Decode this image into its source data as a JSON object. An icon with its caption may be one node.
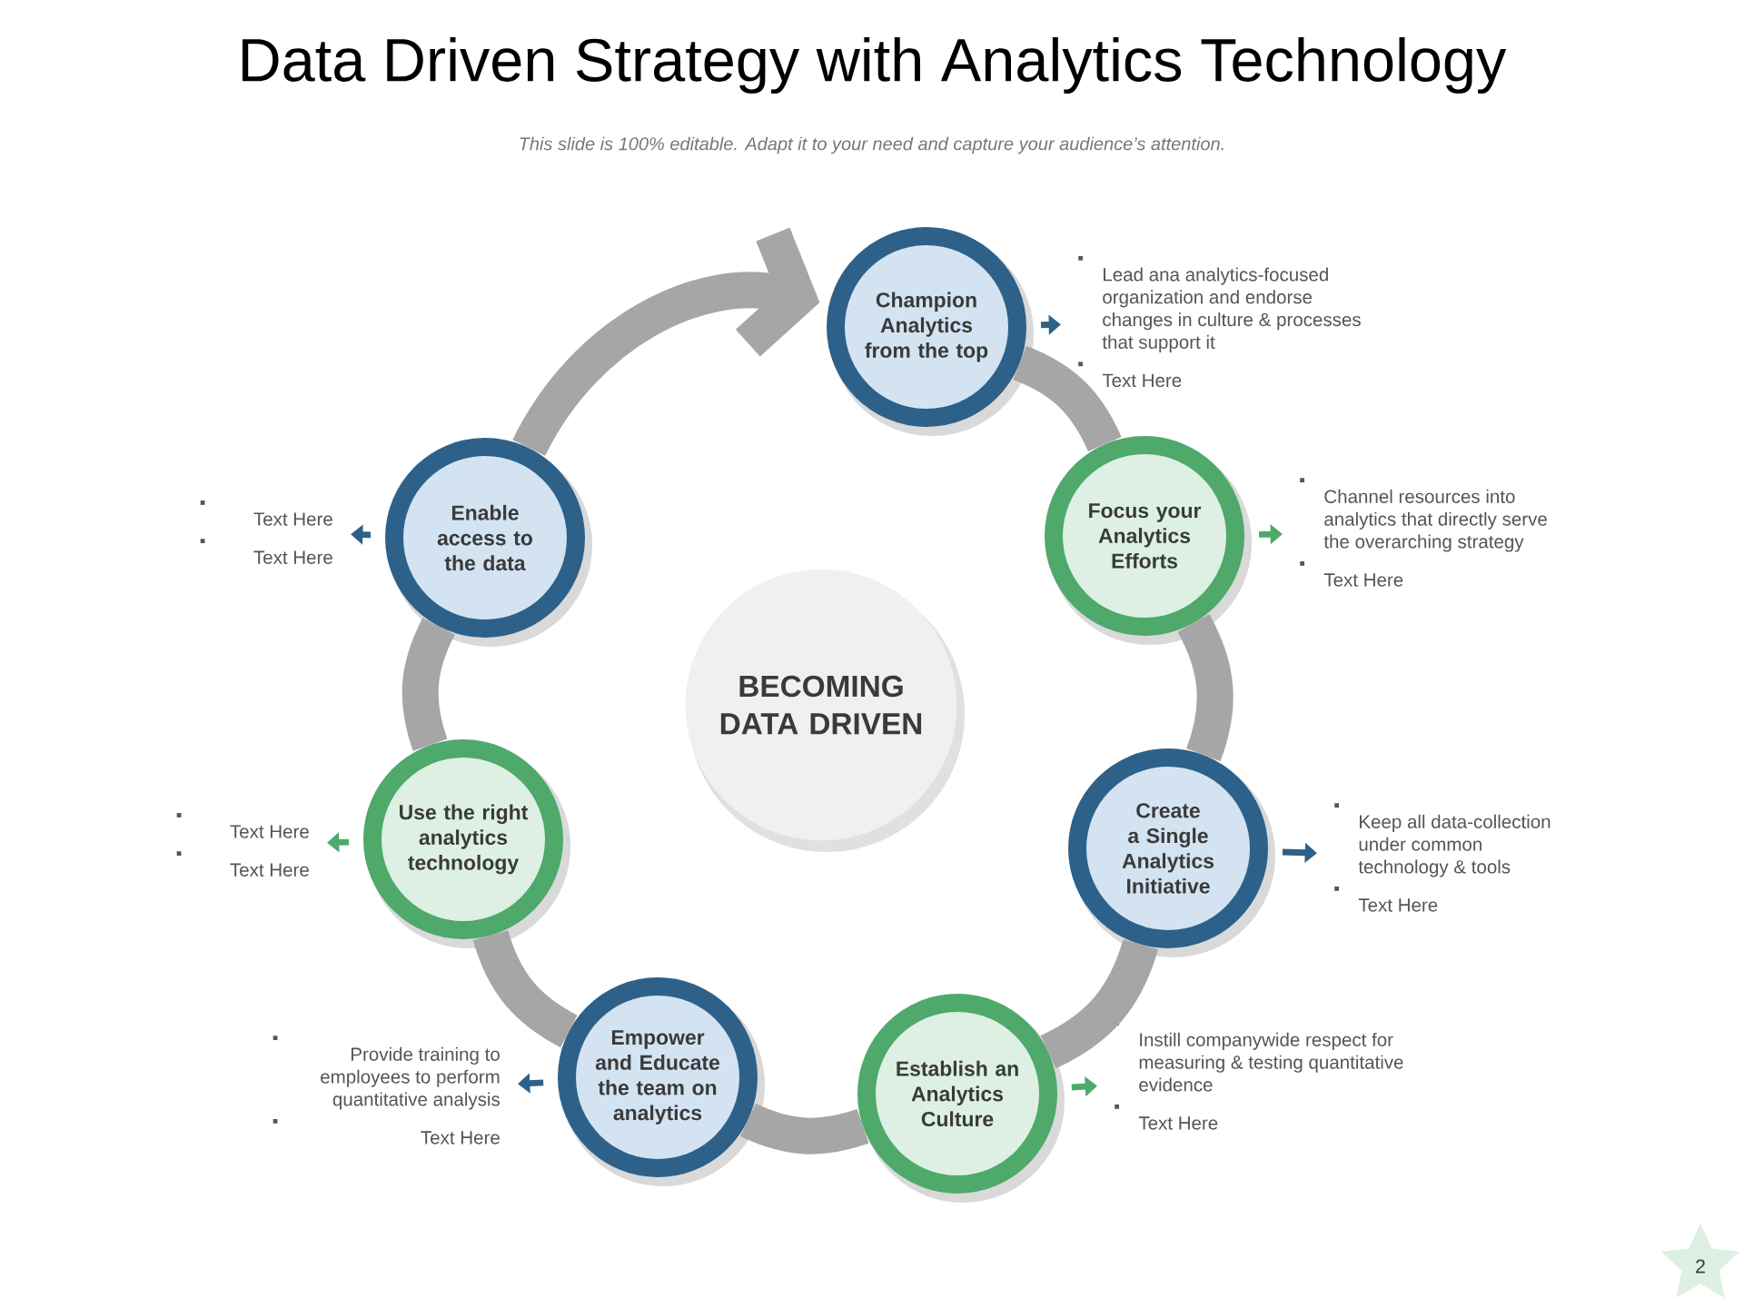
{
  "diagram": {
    "title": "Data Driven Strategy with Analytics Technology",
    "nodes": [
      {
        "text": [
          "BECOMING DATA DRIVEN"
        ]
      },
      {
        "text": [
          "Champion Analytics from the top"
        ]
      },
      {
        "text": [
          "Focus your Analytics Efforts"
        ]
      },
      {
        "text": [
          "Create a Single Analytics Initiative"
        ]
      },
      {
        "text": [
          "Establish an Analytics Culture"
        ]
      },
      {
        "text": [
          "Empower and Educate the team on analytics"
        ]
      },
      {
        "text": [
          "Use the right analytics technology"
        ]
      },
      {
        "text": [
          "Enable access to the data"
        ]
      },
      {
        "text": [
          "Lead ana analytics-focused organization and endorse changes in culture & processes that support it",
          "Text Here"
        ]
      },
      {
        "text": [
          "Channel resources into analytics that directly serve the overarching strategy",
          "Text Here"
        ]
      },
      {
        "text": [
          "Keep all data-collection under common technology & tools",
          "Text Here"
        ]
      },
      {
        "text": [
          "Instill companywide respect for measuring & testing quantitative evidence",
          "Text Here"
        ]
      },
      {
        "text": [
          "Provide training to employees to perform quantitative analysis",
          "Text Here"
        ]
      },
      {
        "text": [
          "Text Here",
          "Text Here"
        ]
      },
      {
        "text": [
          "Text Here",
          "Text Here"
        ]
      }
    ],
    "edges": [
      {
        "from": 1,
        "to": 2,
        "arrow": "none",
        "style": "thick"
      },
      {
        "from": 2,
        "to": 3,
        "arrow": "none",
        "style": "thick"
      },
      {
        "from": 3,
        "to": 4,
        "arrow": "none",
        "style": "thick"
      },
      {
        "from": 4,
        "to": 5,
        "arrow": "none",
        "style": "thick"
      },
      {
        "from": 5,
        "to": 6,
        "arrow": "none",
        "style": "thick"
      },
      {
        "from": 6,
        "to": 7,
        "arrow": "none",
        "style": "thick"
      },
      {
        "from": 7,
        "to": 1,
        "arrow": "to",
        "style": "thick"
      },
      {
        "from": 1,
        "to": 8,
        "arrow": "to",
        "color": "#2e6189"
      },
      {
        "from": 2,
        "to": 9,
        "arrow": "to",
        "color": "#4ea96b"
      },
      {
        "from": 3,
        "to": 10,
        "arrow": "to",
        "color": "#2e6189"
      },
      {
        "from": 4,
        "to": 11,
        "arrow": "to",
        "color": "#4ea96b"
      },
      {
        "from": 5,
        "to": 12,
        "arrow": "to",
        "color": "#2e6189"
      },
      {
        "from": 6,
        "to": 13,
        "arrow": "to",
        "color": "#4ea96b"
      },
      {
        "from": 7,
        "to": 14,
        "arrow": "to",
        "color": "#2e6189"
      }
    ],
    "labels": [
      "This slide is 100% editable. Adapt it to your need and capture your audience’s attention.",
      "2"
    ]
  }
}
